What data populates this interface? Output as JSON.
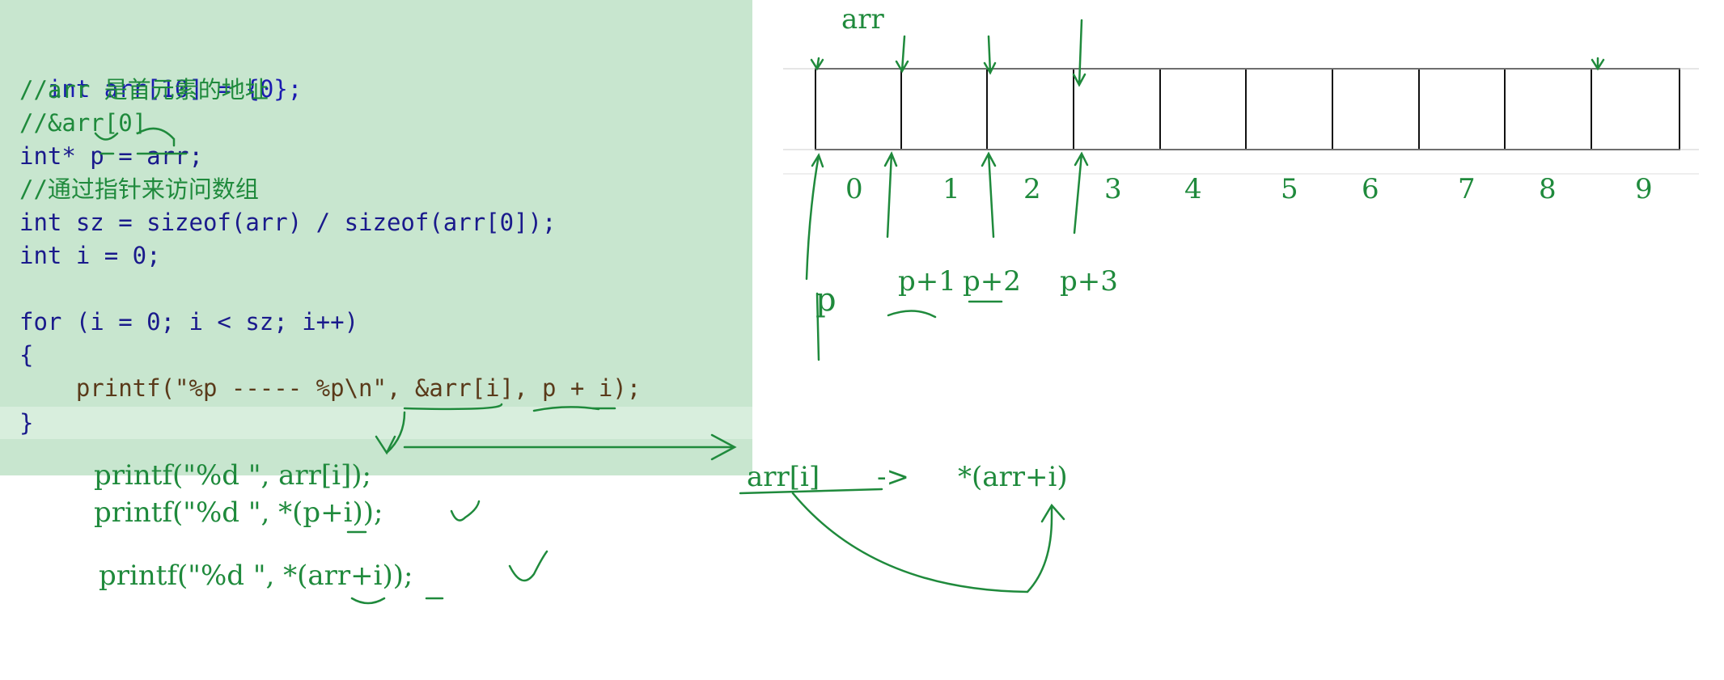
{
  "code": {
    "line0": "int arr[10] = {0};",
    "line1": "//arr 是首元素的地址",
    "line2": "//&arr[0]",
    "line3": "int* p = arr;",
    "line4": "//通过指针来访问数组",
    "line5": "int sz = sizeof(arr) / sizeof(arr[0]);",
    "line6": "int i = 0;",
    "line7": "for (i = 0; i < sz; i++)",
    "line8": "{",
    "line9": "    printf(\"%p ----- %p\\n\", &arr[i], p + i);",
    "line10": "}"
  },
  "notes": {
    "arr_label": "arr",
    "indices": [
      "0",
      "1",
      "2",
      "3",
      "4",
      "5",
      "6",
      "7",
      "8",
      "9"
    ],
    "p_label": "p",
    "p1": "p+1",
    "p2": "p+2",
    "p3": "p+3",
    "printf1": "printf(\"%d \", arr[i]);",
    "printf2": "printf(\"%d \", *(p+i));",
    "printf3": "printf(\"%d \", *(arr+i));",
    "equiv_left": "arr[i]",
    "equiv_arrow": "->",
    "equiv_right": "*(arr+i)"
  },
  "colors": {
    "code_bg": "#c8e6cf",
    "ink": "#1f8a3c",
    "comment": "#1f8a3c",
    "keyword": "#1b1bb0"
  }
}
